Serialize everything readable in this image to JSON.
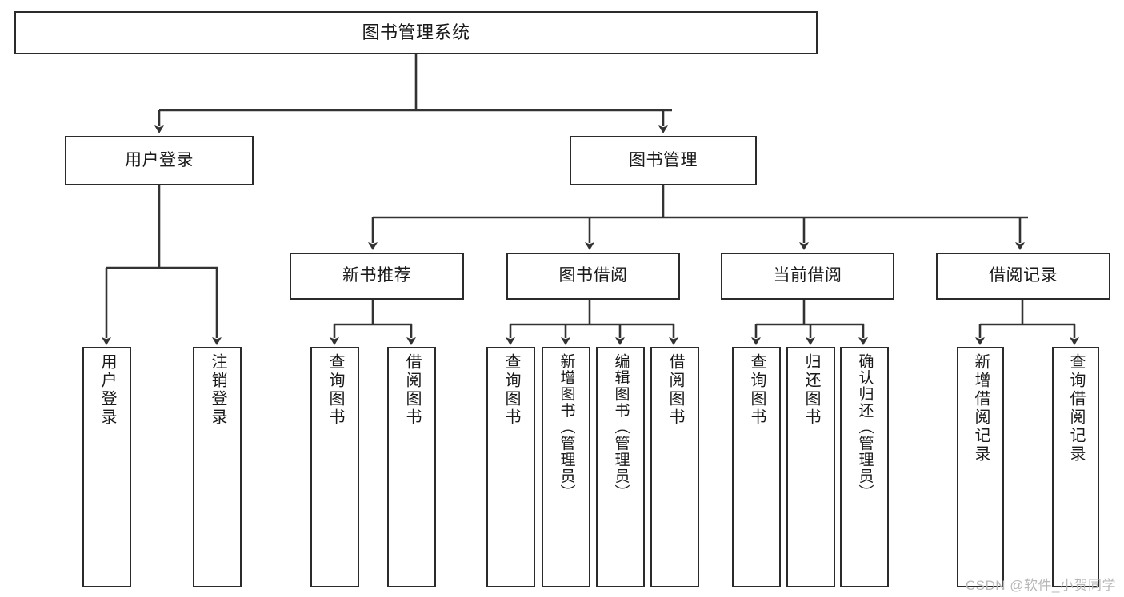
{
  "diagram": {
    "title": "图书管理系统",
    "type": "tree-hierarchy",
    "watermark": "CSDN @软件_小贺同学",
    "colors": {
      "box_border": "#2b2b2b",
      "box_fill": "#ffffff",
      "connector": "#333333",
      "text": "#1a1a1a",
      "watermark": "#b8b8b8",
      "background": "#ffffff"
    },
    "levels": {
      "root": {
        "label": "图书管理系统"
      },
      "level2": [
        {
          "label": "用户登录"
        },
        {
          "label": "图书管理"
        }
      ],
      "level3": [
        {
          "label": "新书推荐"
        },
        {
          "label": "图书借阅"
        },
        {
          "label": "当前借阅"
        },
        {
          "label": "借阅记录"
        }
      ],
      "leaves": {
        "user_login": [
          {
            "label": "用户登录"
          },
          {
            "label": "注销登录"
          }
        ],
        "new_book_recommend": [
          {
            "label": "查询图书"
          },
          {
            "label": "借阅图书"
          }
        ],
        "book_borrow": [
          {
            "label": "查询图书"
          },
          {
            "label": "新增图书（管理员）"
          },
          {
            "label": "编辑图书（管理员）"
          },
          {
            "label": "借阅图书"
          }
        ],
        "current_borrow": [
          {
            "label": "查询图书"
          },
          {
            "label": "归还图书"
          },
          {
            "label": "确认归还（管理员）"
          }
        ],
        "borrow_record": [
          {
            "label": "新增借阅记录"
          },
          {
            "label": "查询借阅记录"
          }
        ]
      }
    }
  }
}
